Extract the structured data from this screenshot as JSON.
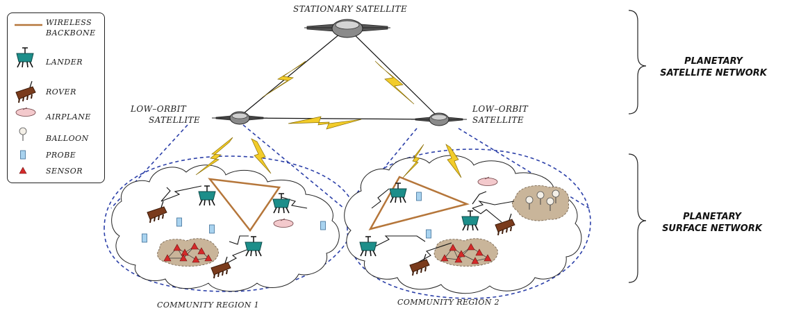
{
  "legend": {
    "items": [
      {
        "icon": "wireless-backbone-line-icon",
        "label1": "WIRELESS",
        "label2": "BACKBONE"
      },
      {
        "icon": "lander-icon",
        "label1": "LANDER"
      },
      {
        "icon": "rover-icon",
        "label1": "ROVER"
      },
      {
        "icon": "airplane-icon",
        "label1": "AIRPLANE"
      },
      {
        "icon": "balloon-icon",
        "label1": "BALLOON"
      },
      {
        "icon": "probe-icon",
        "label1": "PROBE"
      },
      {
        "icon": "sensor-icon",
        "label1": "SENSOR"
      }
    ]
  },
  "satellites": {
    "stationary": "STATIONARY SATELLITE",
    "low_orbit_left": {
      "line1": "LOW–ORBIT",
      "line2": "SATELLITE"
    },
    "low_orbit_right": {
      "line1": "LOW–ORBIT",
      "line2": "SATELLITE"
    }
  },
  "networks": {
    "satellite": {
      "line1": "PLANETARY",
      "line2": "SATELLITE NETWORK"
    },
    "surface": {
      "line1": "PLANETARY",
      "line2": "SURFACE NETWORK"
    }
  },
  "regions": {
    "region1": "COMMUNITY REGION 1",
    "region2": "COMMUNITY REGION 2"
  },
  "colors": {
    "backbone": "#b5763a",
    "lightning": "#f2cc2a",
    "coverage": "#2b3fa8",
    "lander": "#1d8e8a",
    "rover": "#7a3b1c",
    "airplane": "#f3c9cc",
    "probe": "#a9d3ef",
    "sensor": "#d42a2a",
    "cluster": "#c9b59a"
  }
}
